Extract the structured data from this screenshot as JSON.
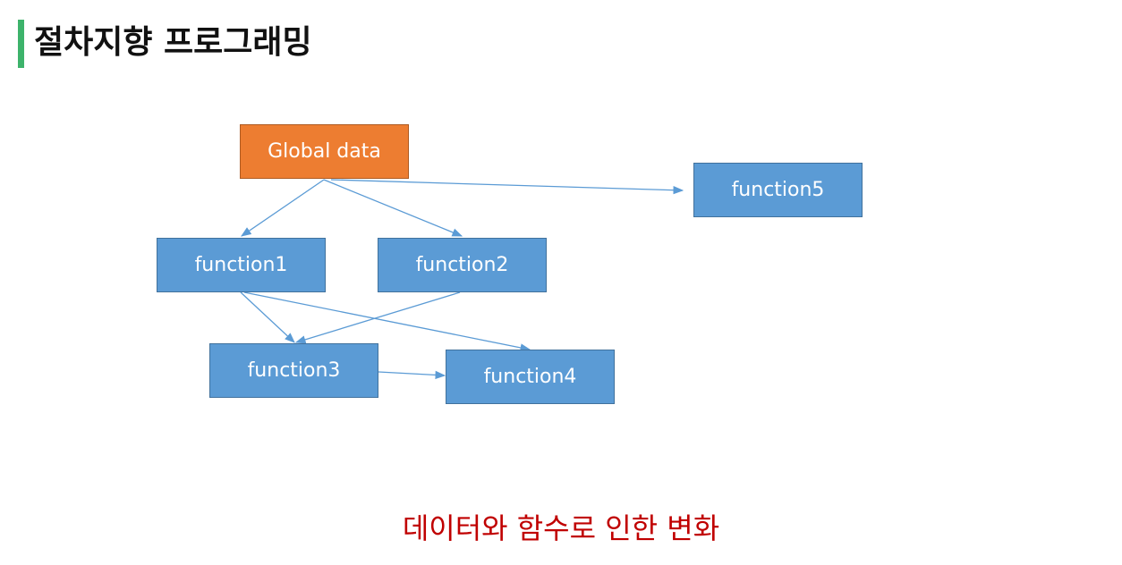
{
  "header": {
    "title": "절차지향 프로그래밍",
    "accent_color": "#3db36b"
  },
  "diagram": {
    "nodes": {
      "global": {
        "label": "Global data",
        "color": "#ed7d31"
      },
      "f1": {
        "label": "function1",
        "color": "#5b9bd5"
      },
      "f2": {
        "label": "function2",
        "color": "#5b9bd5"
      },
      "f3": {
        "label": "function3",
        "color": "#5b9bd5"
      },
      "f4": {
        "label": "function4",
        "color": "#5b9bd5"
      },
      "f5": {
        "label": "function5",
        "color": "#5b9bd5"
      }
    },
    "edges": [
      {
        "from": "global",
        "to": "f1"
      },
      {
        "from": "global",
        "to": "f2"
      },
      {
        "from": "global",
        "to": "f5"
      },
      {
        "from": "f1",
        "to": "f3"
      },
      {
        "from": "f1",
        "to": "f4"
      },
      {
        "from": "f2",
        "to": "f3"
      },
      {
        "from": "f3",
        "to": "f4"
      }
    ],
    "edge_color": "#5b9bd5"
  },
  "caption": {
    "text": "데이터와 함수로 인한 변화",
    "color": "#c00000"
  }
}
